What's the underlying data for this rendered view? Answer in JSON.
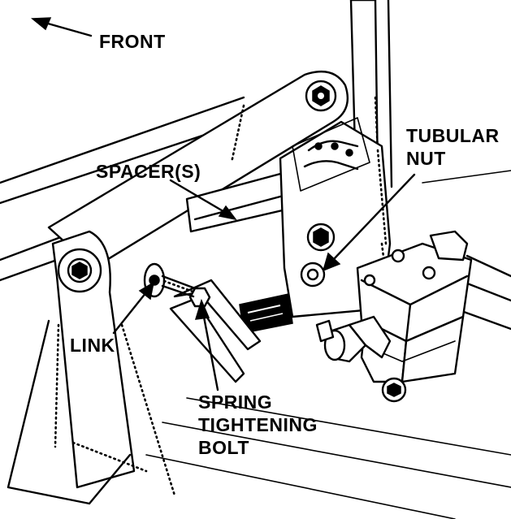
{
  "labels": {
    "front": "FRONT",
    "spacers": "SPACER(S)",
    "tubular": "TUBULAR",
    "nut": "NUT",
    "link": "LINK",
    "spring": "SPRING",
    "tightening": "TIGHTENING",
    "bolt": "BOLT"
  },
  "icons": {
    "direction_arrow": "arrow-left-icon"
  }
}
